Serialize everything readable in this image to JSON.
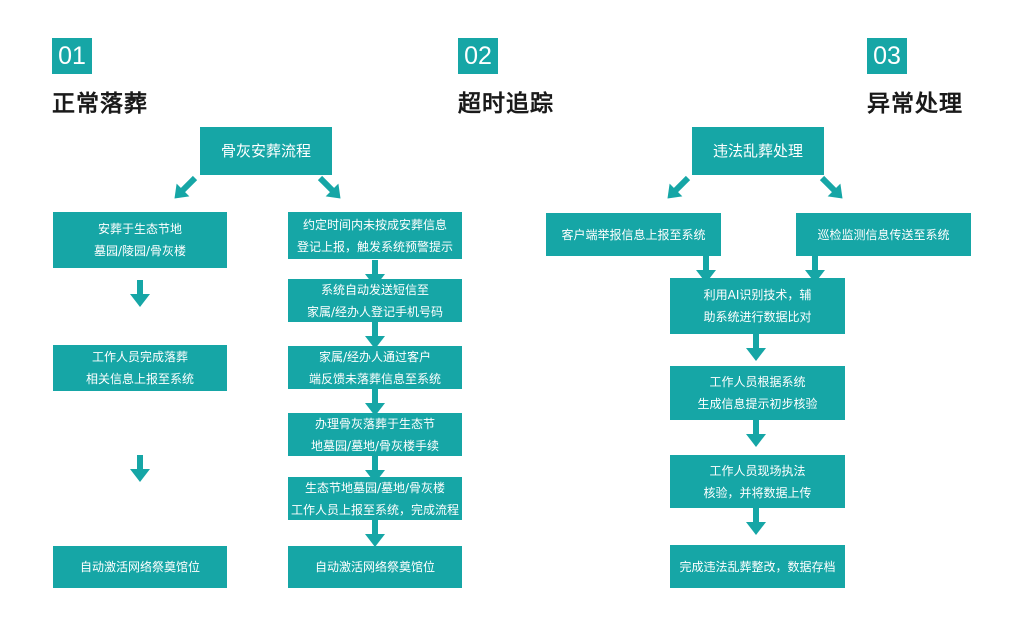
{
  "accent_color": "#16a6a6",
  "sections": [
    {
      "num": "01",
      "title": "正常落葬"
    },
    {
      "num": "02",
      "title": "超时追踪"
    },
    {
      "num": "03",
      "title": "异常处理"
    }
  ],
  "flow_a": {
    "header": "骨灰安葬流程",
    "left": [
      [
        "安葬于生态节地",
        "墓园/陵园/骨灰楼"
      ],
      [
        "工作人员完成落葬",
        "相关信息上报至系统"
      ],
      [
        "自动激活网络祭奠馆位"
      ]
    ],
    "right": [
      [
        "约定时间内未按成安葬信息",
        "登记上报，触发系统预警提示"
      ],
      [
        "系统自动发送短信至",
        "家属/经办人登记手机号码"
      ],
      [
        "家属/经办人通过客户",
        "端反馈未落葬信息至系统"
      ],
      [
        "办理骨灰落葬于生态节",
        "地墓园/墓地/骨灰楼手续"
      ],
      [
        "生态节地墓园/墓地/骨灰楼",
        "工作人员上报至系统，完成流程"
      ],
      [
        "自动激活网络祭奠馆位"
      ]
    ]
  },
  "flow_b": {
    "header": "违法乱葬处理",
    "sources": [
      [
        "客户端举报信息上报至系统"
      ],
      [
        "巡检监测信息传送至系统"
      ]
    ],
    "steps": [
      [
        "利用AI识别技术，辅",
        "助系统进行数据比对"
      ],
      [
        "工作人员根据系统",
        "生成信息提示初步核验"
      ],
      [
        "工作人员现场执法",
        "核验，并将数据上传"
      ],
      [
        "完成违法乱葬整改，数据存档"
      ]
    ]
  }
}
